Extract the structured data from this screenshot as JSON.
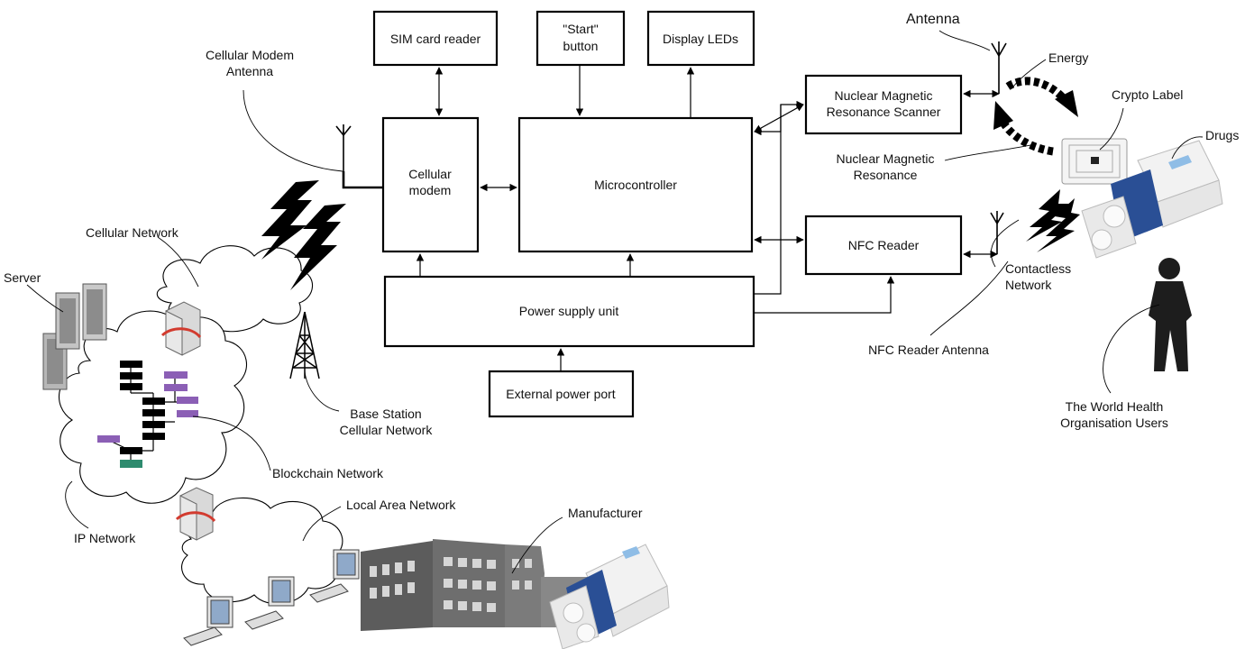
{
  "blocks": {
    "sim": "SIM card reader",
    "start1": "\"Start\"",
    "start2": "button",
    "leds": "Display LEDs",
    "modem1": "Cellular",
    "modem2": "modem",
    "mcu": "Microcontroller",
    "nmr1": "Nuclear Magnetic",
    "nmr2": "Resonance Scanner",
    "nfc": "NFC Reader",
    "psu": "Power supply unit",
    "ext": "External power port"
  },
  "labels": {
    "cell_antenna1": "Cellular Modem",
    "cell_antenna2": "Antenna",
    "antenna": "Antenna",
    "energy": "Energy",
    "crypto": "Crypto Label",
    "drugs": "Drugs",
    "nmr1": "Nuclear Magnetic",
    "nmr2": "Resonance",
    "contactless1": "Contactless",
    "contactless2": "Network",
    "nfc_antenna": "NFC Reader Antenna",
    "who1": "The World Health",
    "who2": "Organisation Users",
    "cellular_network": "Cellular Network",
    "server": "Server",
    "base1": "Base Station",
    "base2": "Cellular Network",
    "blockchain": "Blockchain Network",
    "ip": "IP Network",
    "lan": "Local Area Network",
    "manufacturer": "Manufacturer"
  },
  "colors": {
    "blockchain_node": "#000000",
    "blockchain_tx": "#8b5fb5",
    "blockchain_genesis": "#2e8b6e",
    "server_accent": "#d23b2f",
    "package_blue": "#2a4f95"
  }
}
